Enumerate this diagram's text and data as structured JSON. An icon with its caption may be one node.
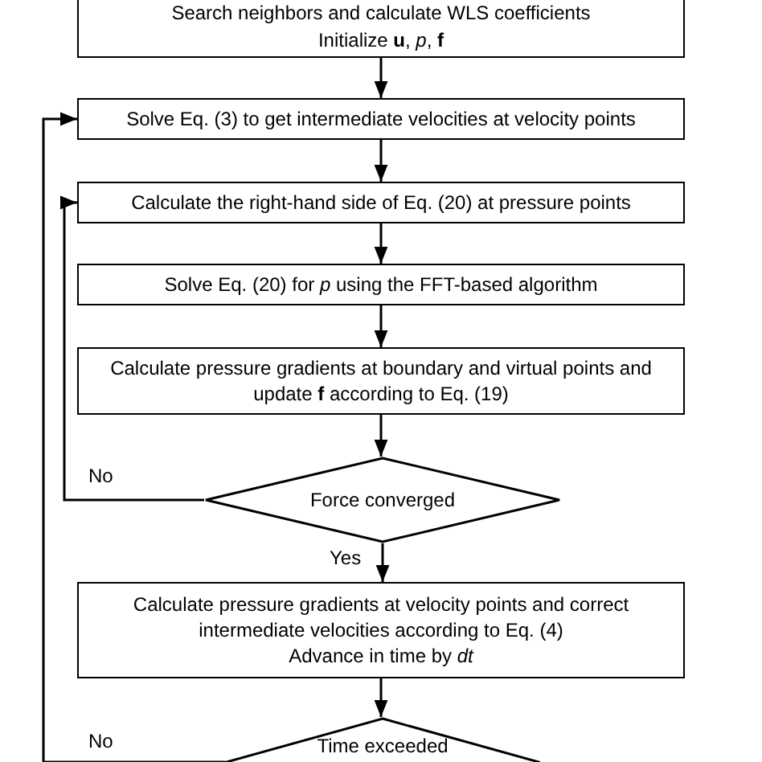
{
  "diagram": {
    "nodes": [
      {
        "text": [
          "Search neighbors and calculate WLS coefficients",
          "Initialize **u**, *p*, **f**"
        ]
      },
      {
        "text": [
          "Solve Eq. (3) to get intermediate velocities at velocity points"
        ]
      },
      {
        "text": [
          "Calculate the right-hand side of Eq. (20) at pressure points"
        ]
      },
      {
        "text": [
          "Solve Eq. (20) for *p* using the FFT-based algorithm"
        ]
      },
      {
        "text": [
          "Calculate pressure gradients at boundary and virtual points and update **f** according to Eq. (19)"
        ]
      },
      {
        "text": [
          "Force converged"
        ]
      },
      {
        "text": [
          "Calculate pressure gradients at velocity points and correct intermediate velocities according to Eq. (4)",
          "Advance in time by *dt*"
        ]
      },
      {
        "text": [
          "Time exceeded"
        ]
      }
    ],
    "edges": [
      {
        "from": 0,
        "to": 1,
        "arrow": "to"
      },
      {
        "from": 1,
        "to": 2,
        "arrow": "to"
      },
      {
        "from": 2,
        "to": 3,
        "arrow": "to"
      },
      {
        "from": 3,
        "to": 4,
        "arrow": "to"
      },
      {
        "from": 4,
        "to": 5,
        "arrow": "to"
      },
      {
        "from": 5,
        "to": 6,
        "arrow": "to",
        "label": "Yes"
      },
      {
        "from": 5,
        "to": 2,
        "arrow": "to",
        "label": "No"
      },
      {
        "from": 6,
        "to": 7,
        "arrow": "to"
      },
      {
        "from": 7,
        "to": 1,
        "arrow": "to",
        "label": "No"
      }
    ]
  }
}
